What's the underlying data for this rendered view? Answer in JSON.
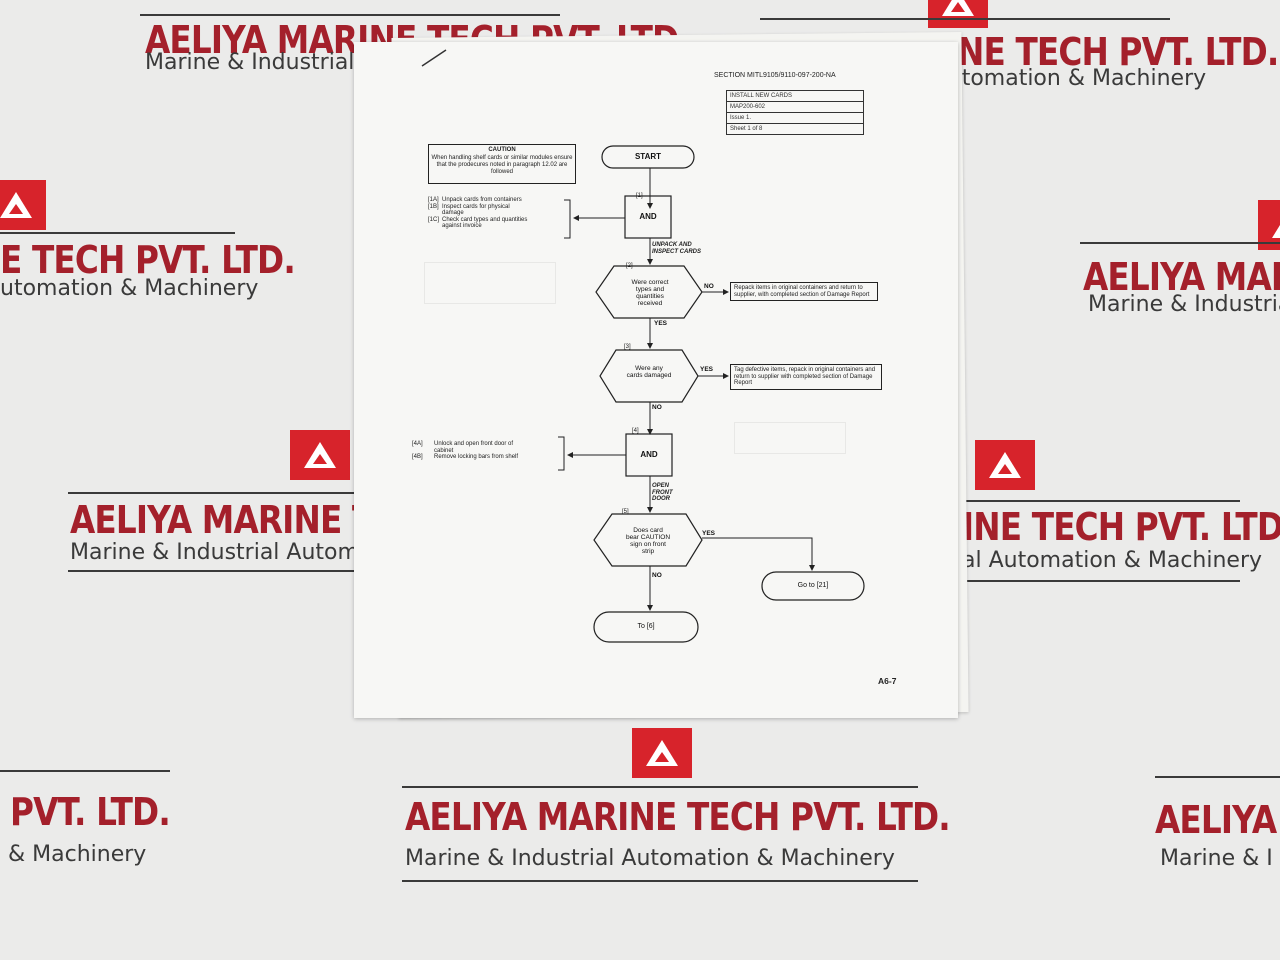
{
  "watermark": {
    "company_full": "AELIYA MARINE TECH PVT. LTD.",
    "company_lines": [
      "AELIYA MARINE TECH PVT. LTD",
      "ALIYA MARINE TECH PVT. LTD.",
      "E TECH PVT. LTD.",
      "AELIYA MARIN",
      "AELIYA MARINE TEC",
      "INE TECH PVT. LTD.",
      "PVT. LTD.",
      "AELIYA MARINE TECH PVT. LTD.",
      "AELIYA I"
    ],
    "tagline_lines": [
      "Marine & Industrial Automa",
      "ial Automation & Machinery",
      "utomation & Machinery",
      "Marine & Industrial A",
      "Marine & Industrial Automa",
      "al Automation & Machinery",
      "& Machinery",
      "Marine & Industrial Automation & Machinery",
      "Marine & I"
    ],
    "accent_color": "#d7232b",
    "logo_icon": "aeliya-logo-icon"
  },
  "document": {
    "section": "SECTION MITL9105/9110-097-200-NA",
    "info_rows": [
      "INSTALL NEW CARDS",
      "MAP200-602",
      "Issue 1.",
      "Sheet 1 of 8"
    ],
    "caution": {
      "title": "CAUTION",
      "text": "When handling shelf cards or similar modules ensure that the prodecures noted in paragraph 12.02 are followed"
    },
    "start_label": "START",
    "step_nums": [
      "[1]",
      "[2]",
      "[3]",
      "[4]",
      "[5]"
    ],
    "and_label": "AND",
    "step1_items": [
      {
        "id": "[1A]",
        "text": "Unpack cards from containers"
      },
      {
        "id": "[1B]",
        "text": "Inspect cards for physical"
      },
      {
        "id": "",
        "text": "damage"
      },
      {
        "id": "[1C]",
        "text": "Check card types and quantities"
      },
      {
        "id": "",
        "text": "against invoice"
      }
    ],
    "step1_caption": [
      "UNPACK AND",
      "INSPECT CARDS"
    ],
    "decision2": [
      "Were correct",
      "types and",
      "quantities",
      "received"
    ],
    "decision2_no": "NO",
    "decision2_yes": "YES",
    "action2": "Repack items in original containers and return to supplier, with completed section of Damage Report",
    "decision3": [
      "Were any",
      "cards damaged"
    ],
    "decision3_yes": "YES",
    "decision3_no": "NO",
    "action3": "Tag defective items, repack in original containers and return to supplier with completed section of Damage Report",
    "step4_items": [
      {
        "id": "[4A]",
        "text": "Unlock and open front door of"
      },
      {
        "id": "",
        "text": "cabinet"
      },
      {
        "id": "[4B]",
        "text": "Remove locking bars from shelf"
      }
    ],
    "step4_caption": [
      "OPEN",
      "FRONT",
      "DOOR"
    ],
    "decision5": [
      "Does card",
      "bear CAUTION",
      "sign on front",
      "strip"
    ],
    "decision5_yes": "YES",
    "decision5_no": "NO",
    "goto_label": "Go to [21]",
    "to_label": "To [6]",
    "page_number": "A6-7"
  }
}
